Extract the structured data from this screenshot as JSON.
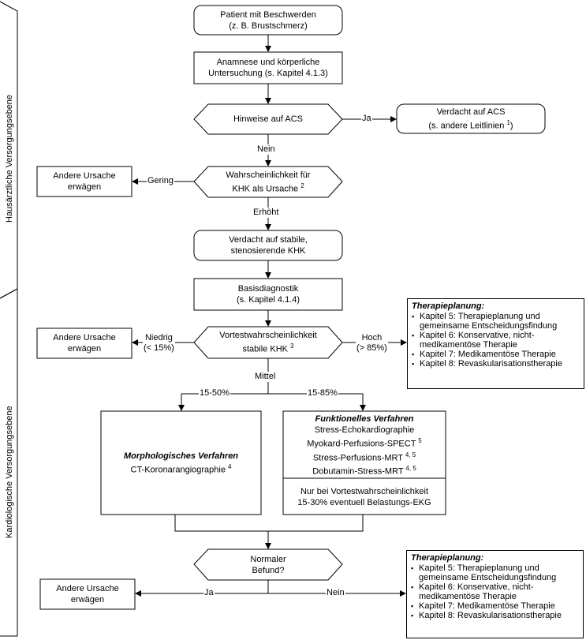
{
  "levels": {
    "primary": "Hausärztliche Versorgungsebene",
    "cardio": "Kardiologische Versorgungsebene"
  },
  "nodes": {
    "start": [
      "Patient mit Beschwerden",
      "(z. B. Brustschmerz)"
    ],
    "anamnese": [
      "Anamnese und körperliche",
      "Untersuchung (s. Kapitel 4.1.3)"
    ],
    "acs_hint": "Hinweise auf ACS",
    "acs_suspect": [
      "Verdacht auf ACS",
      "(s. andere Leitlinien"
    ],
    "acs_sup": "1",
    "khk_prob": [
      "Wahrscheinlichkeit für",
      "KHK als Ursache"
    ],
    "khk_prob_sup": "2",
    "other1": [
      "Andere Ursache",
      "erwägen"
    ],
    "stable": [
      "Verdacht auf stabile,",
      "stenosierende KHK"
    ],
    "basis": [
      "Basisdiagnostik",
      "(s. Kapitel 4.1.4)"
    ],
    "pretest": [
      "Vortestwahrscheinlichkeit",
      "stabile KHK"
    ],
    "pretest_sup": "3",
    "other2": [
      "Andere Ursache",
      "erwägen"
    ],
    "morph_title": "Morphologisches Verfahren",
    "morph_line": "CT-Koronarangiographie",
    "morph_sup": "4",
    "func_title": "Funktionelles Verfahren",
    "func_lines": [
      {
        "t": "Stress-Echokardiographie",
        "s": ""
      },
      {
        "t": "Myokard-Perfusions-SPECT",
        "s": "5"
      },
      {
        "t": "Stress-Perfusions-MRT",
        "s": "4, 5"
      },
      {
        "t": "Dobutamin-Stress-MRT",
        "s": "4, 5"
      }
    ],
    "func_note": [
      "Nur bei Vortestwahrscheinlichkeit",
      "15-30% eventuell Belastungs-EKG"
    ],
    "normal": [
      "Normaler",
      "Befund?"
    ],
    "other3": [
      "Andere Ursache",
      "erwägen"
    ]
  },
  "edges": {
    "ja": "Ja",
    "nein": "Nein",
    "gering": "Gering",
    "erhoeht": "Erhöht",
    "niedrig": [
      "Niedrig",
      "(< 15%)"
    ],
    "hoch": [
      "Hoch",
      "(> 85%)"
    ],
    "mittel": "Mittel",
    "r1": "15-50%",
    "r2": "15-85%",
    "ja2": "Ja",
    "nein2": "Nein"
  },
  "therapy": {
    "title": "Therapieplanung:",
    "items": [
      "Kapitel 5: Therapieplanung und gemeinsame Entscheidungsfindung",
      "Kapitel 6: Konservative, nicht-medikamentöse Therapie",
      "Kapitel 7: Medikamentöse Therapie",
      "Kapitel 8: Revaskularisationstherapie"
    ]
  }
}
